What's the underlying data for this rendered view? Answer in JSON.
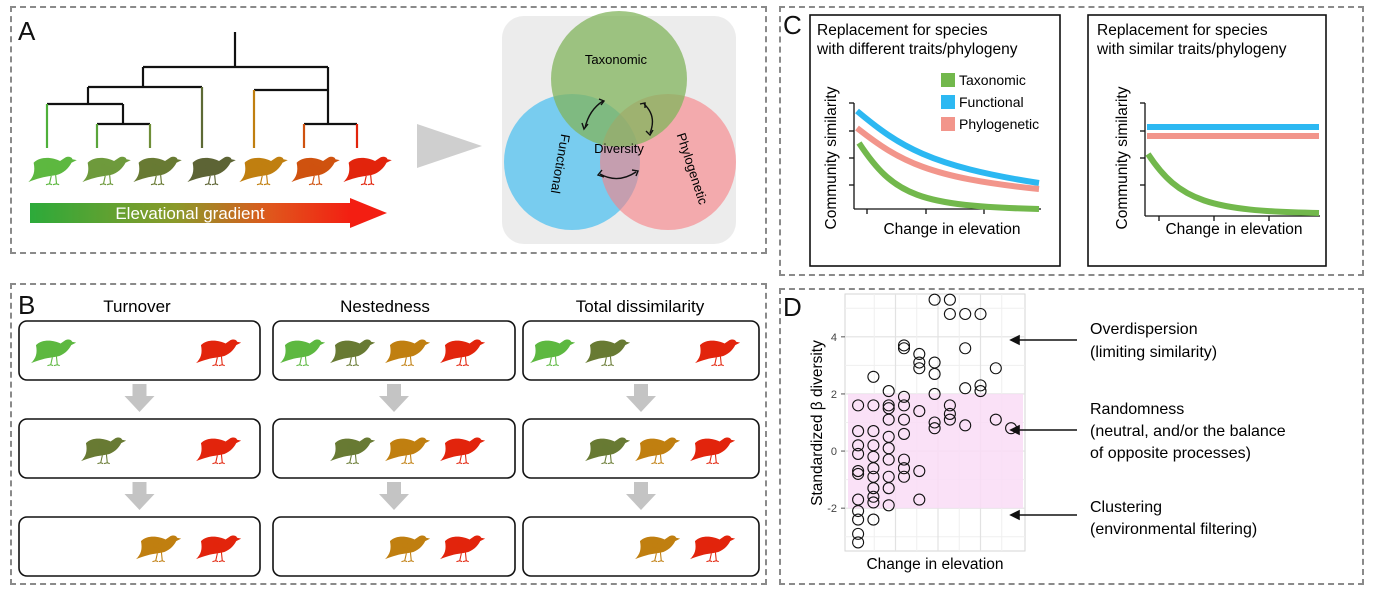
{
  "colors": {
    "taxonomic": "#72b84c",
    "functional": "#2cb8f2",
    "phylogenetic": "#f2958b",
    "randomness_band": "#f9dcf6",
    "bird_palette": [
      "#5db840",
      "#6e9a3c",
      "#687a33",
      "#5d6435",
      "#c07f10",
      "#cf520f",
      "#e2240c"
    ]
  },
  "panel_a": {
    "label": "A",
    "gradient_label": "Elevational gradient",
    "venn": {
      "taxonomic": "Taxonomic",
      "functional": "Functional",
      "phylogenetic": "Phylogenetic",
      "center": "Diversity"
    }
  },
  "panel_b": {
    "label": "B",
    "columns": [
      {
        "title": "Turnover",
        "rows": [
          [
            "green",
            "red"
          ],
          [
            "olive",
            "red"
          ],
          [
            "amber",
            "red"
          ]
        ]
      },
      {
        "title": "Nestedness",
        "rows": [
          [
            "green",
            "olive",
            "amber",
            "red"
          ],
          [
            "olive",
            "amber",
            "red"
          ],
          [
            "amber",
            "red"
          ]
        ]
      },
      {
        "title": "Total dissimilarity",
        "rows": [
          [
            "green",
            "olive",
            "red"
          ],
          [
            "olive",
            "amber",
            "red"
          ],
          [
            "amber",
            "red"
          ]
        ]
      }
    ]
  },
  "panel_c": {
    "label": "C",
    "left_title_1": "Replacement for species",
    "left_title_2": "with different traits/phylogeny",
    "right_title_1": "Replacement for species",
    "right_title_2": "with similar traits/phylogeny",
    "xlabel": "Change in elevation",
    "ylabel": "Community similarity",
    "legend": [
      "Taxonomic",
      "Functional",
      "Phylogenetic"
    ]
  },
  "panel_d": {
    "label": "D",
    "annotations": [
      {
        "line1": "Overdispersion",
        "line2": "(limiting similarity)",
        "line3": ""
      },
      {
        "line1": "Randomness",
        "line2": "(neutral, and/or the balance",
        "line3": "of opposite processes)"
      },
      {
        "line1": "Clustering",
        "line2": "(environmental filtering)",
        "line3": ""
      }
    ]
  },
  "chart_data": {
    "type": "scatter",
    "xlabel": "Change in elevation",
    "ylabel": "Standardized β diversity",
    "y_ticks": [
      "-2",
      "0",
      "2",
      "4"
    ],
    "ylim": [
      -3.5,
      5.5
    ],
    "xlim": [
      0,
      10
    ],
    "band": [
      -2,
      2
    ],
    "grid": true,
    "points": [
      [
        0.3,
        -3.2
      ],
      [
        0.3,
        -2.9
      ],
      [
        0.3,
        -2.4
      ],
      [
        0.3,
        -2.1
      ],
      [
        0.3,
        -1.7
      ],
      [
        0.3,
        -0.8
      ],
      [
        0.3,
        -0.7
      ],
      [
        0.3,
        -0.1
      ],
      [
        0.3,
        0.2
      ],
      [
        0.3,
        0.7
      ],
      [
        0.3,
        1.6
      ],
      [
        1.2,
        -2.4
      ],
      [
        1.2,
        -1.8
      ],
      [
        1.2,
        -1.6
      ],
      [
        1.2,
        -1.3
      ],
      [
        1.2,
        -0.9
      ],
      [
        1.2,
        -0.6
      ],
      [
        1.2,
        -0.2
      ],
      [
        1.2,
        0.2
      ],
      [
        1.2,
        0.7
      ],
      [
        1.2,
        1.6
      ],
      [
        1.2,
        2.6
      ],
      [
        2.1,
        -1.9
      ],
      [
        2.1,
        -1.3
      ],
      [
        2.1,
        -0.9
      ],
      [
        2.1,
        -0.3
      ],
      [
        2.1,
        0.1
      ],
      [
        2.1,
        0.5
      ],
      [
        2.1,
        1.1
      ],
      [
        2.1,
        1.5
      ],
      [
        2.1,
        1.6
      ],
      [
        2.1,
        2.1
      ],
      [
        3.0,
        -0.9
      ],
      [
        3.0,
        -0.6
      ],
      [
        3.0,
        -0.3
      ],
      [
        3.0,
        0.6
      ],
      [
        3.0,
        1.1
      ],
      [
        3.0,
        1.6
      ],
      [
        3.0,
        1.9
      ],
      [
        3.0,
        3.6
      ],
      [
        3.0,
        3.7
      ],
      [
        3.9,
        -1.7
      ],
      [
        3.9,
        -0.7
      ],
      [
        3.9,
        1.4
      ],
      [
        3.9,
        2.9
      ],
      [
        3.9,
        3.1
      ],
      [
        3.9,
        3.4
      ],
      [
        4.8,
        0.8
      ],
      [
        4.8,
        1.0
      ],
      [
        4.8,
        2.0
      ],
      [
        4.8,
        2.7
      ],
      [
        4.8,
        3.1
      ],
      [
        4.8,
        5.3
      ],
      [
        5.7,
        1.1
      ],
      [
        5.7,
        1.3
      ],
      [
        5.7,
        1.6
      ],
      [
        5.7,
        4.8
      ],
      [
        5.7,
        5.3
      ],
      [
        6.6,
        0.9
      ],
      [
        6.6,
        2.2
      ],
      [
        6.6,
        3.6
      ],
      [
        6.6,
        4.8
      ],
      [
        7.5,
        2.1
      ],
      [
        7.5,
        2.3
      ],
      [
        7.5,
        4.8
      ],
      [
        8.4,
        1.1
      ],
      [
        8.4,
        2.9
      ],
      [
        9.3,
        0.8
      ]
    ]
  }
}
